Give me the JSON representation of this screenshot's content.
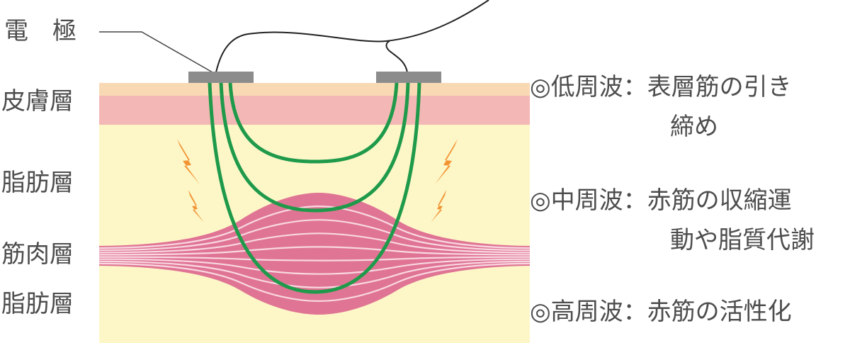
{
  "labels": {
    "electrode": "電　極",
    "skin": "皮膚層",
    "fat_upper": "脂肪層",
    "muscle": "筋肉層",
    "fat_lower": "脂肪層"
  },
  "frequencies": [
    {
      "mark": "◎",
      "name": "低周波",
      "sep": "：",
      "effect_line1": "表層筋の引き",
      "effect_line2": "締め"
    },
    {
      "mark": "◎",
      "name": "中周波",
      "sep": "：",
      "effect_line1": "赤筋の収縮運",
      "effect_line2": "動や脂質代謝"
    },
    {
      "mark": "◎",
      "name": "高周波",
      "sep": "：",
      "effect_line1": "赤筋の活性化",
      "effect_line2": ""
    }
  ],
  "colors": {
    "epidermis": "#f9d9b4",
    "dermis": "#f3b8b5",
    "fat": "#fdf7c8",
    "muscle": "#e07494",
    "muscle_fiber": "#fbe3ea",
    "current": "#1f9a4a",
    "electrode": "#8c8c8c",
    "spark": "#f29433",
    "text": "#4d4d4d"
  },
  "icons": [
    "lightning-bolt-icon",
    "electrode-plate-icon",
    "wire-icon"
  ]
}
